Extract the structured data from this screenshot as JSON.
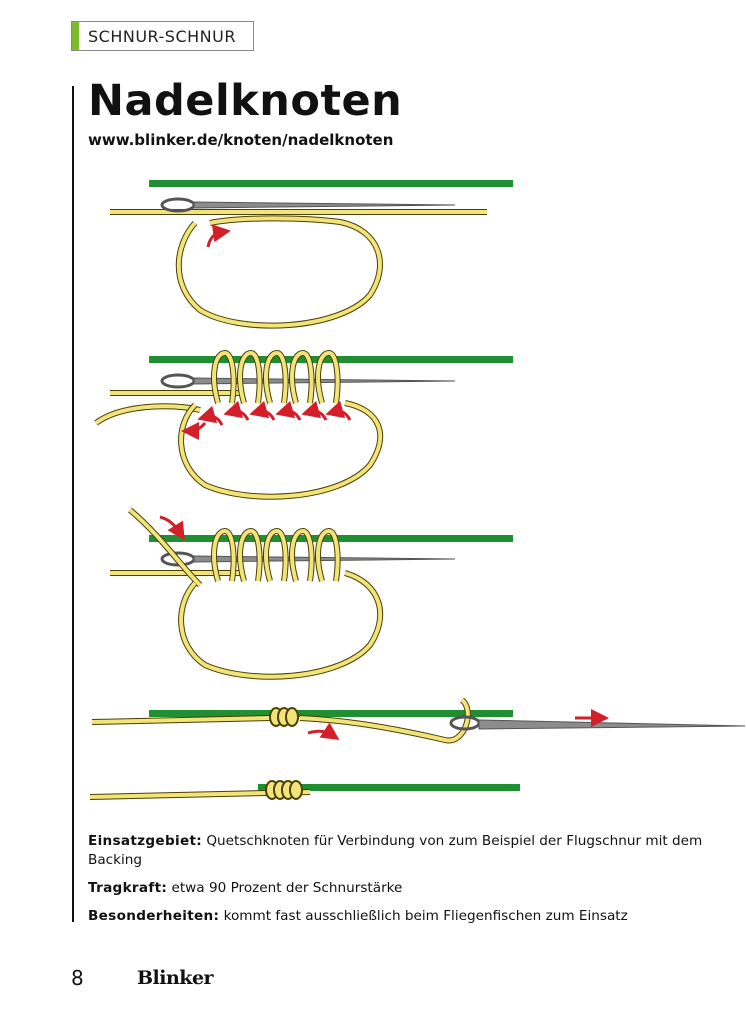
{
  "header": {
    "section_label": "SCHNUR-SCHNUR",
    "accent_color": "#7cbb2d"
  },
  "article": {
    "title": "Nadelknoten",
    "url": "www.blinker.de/knoten/nadelknoten"
  },
  "illustration": {
    "colors": {
      "fly_line": "#1f8f32",
      "leader": "#f2e47a",
      "leader_outline": "#4a4000",
      "needle": "#8c8c8c",
      "arrow": "#d21f2a"
    },
    "steps": 5
  },
  "info": {
    "einsatz_label": "Einsatzgebiet:",
    "einsatz_text": "Quetschknoten für Verbindung von zum Beispiel der Flugschnur mit dem Backing",
    "tragkraft_label": "Tragkraft:",
    "tragkraft_text": "etwa 90 Prozent der Schnurstärke",
    "besonder_label": "Besonderheiten:",
    "besonder_text": "kommt fast ausschließlich beim Fliegenfischen zum Einsatz"
  },
  "footer": {
    "page_number": "8",
    "brand": "Blinker"
  }
}
